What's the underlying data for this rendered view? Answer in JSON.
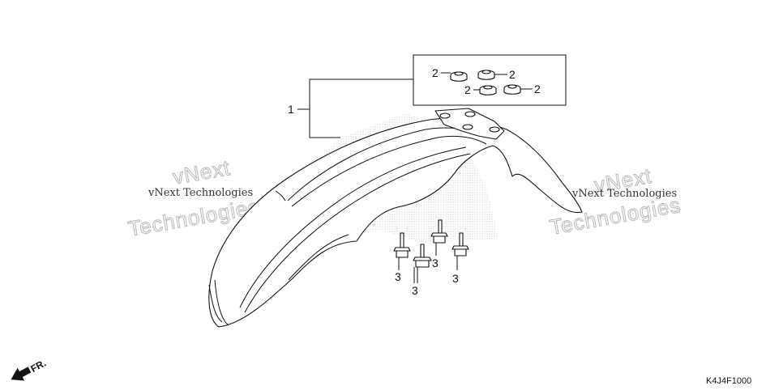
{
  "callouts": {
    "fender": "1",
    "nut_a": "2",
    "nut_b": "2",
    "nut_c": "2",
    "nut_d": "2",
    "bolt_a": "3",
    "bolt_b": "3",
    "bolt_c": "3",
    "bolt_d": "3"
  },
  "watermarks": {
    "left_small": "vNext Technologies",
    "left_big_1": "vNext",
    "left_big_2": "Technologies",
    "right_small": "vNext Technologies",
    "right_big_1": "vNext",
    "right_big_2": "Technologies"
  },
  "direction_label": "FR.",
  "diagram_code": "K4J4F1000"
}
